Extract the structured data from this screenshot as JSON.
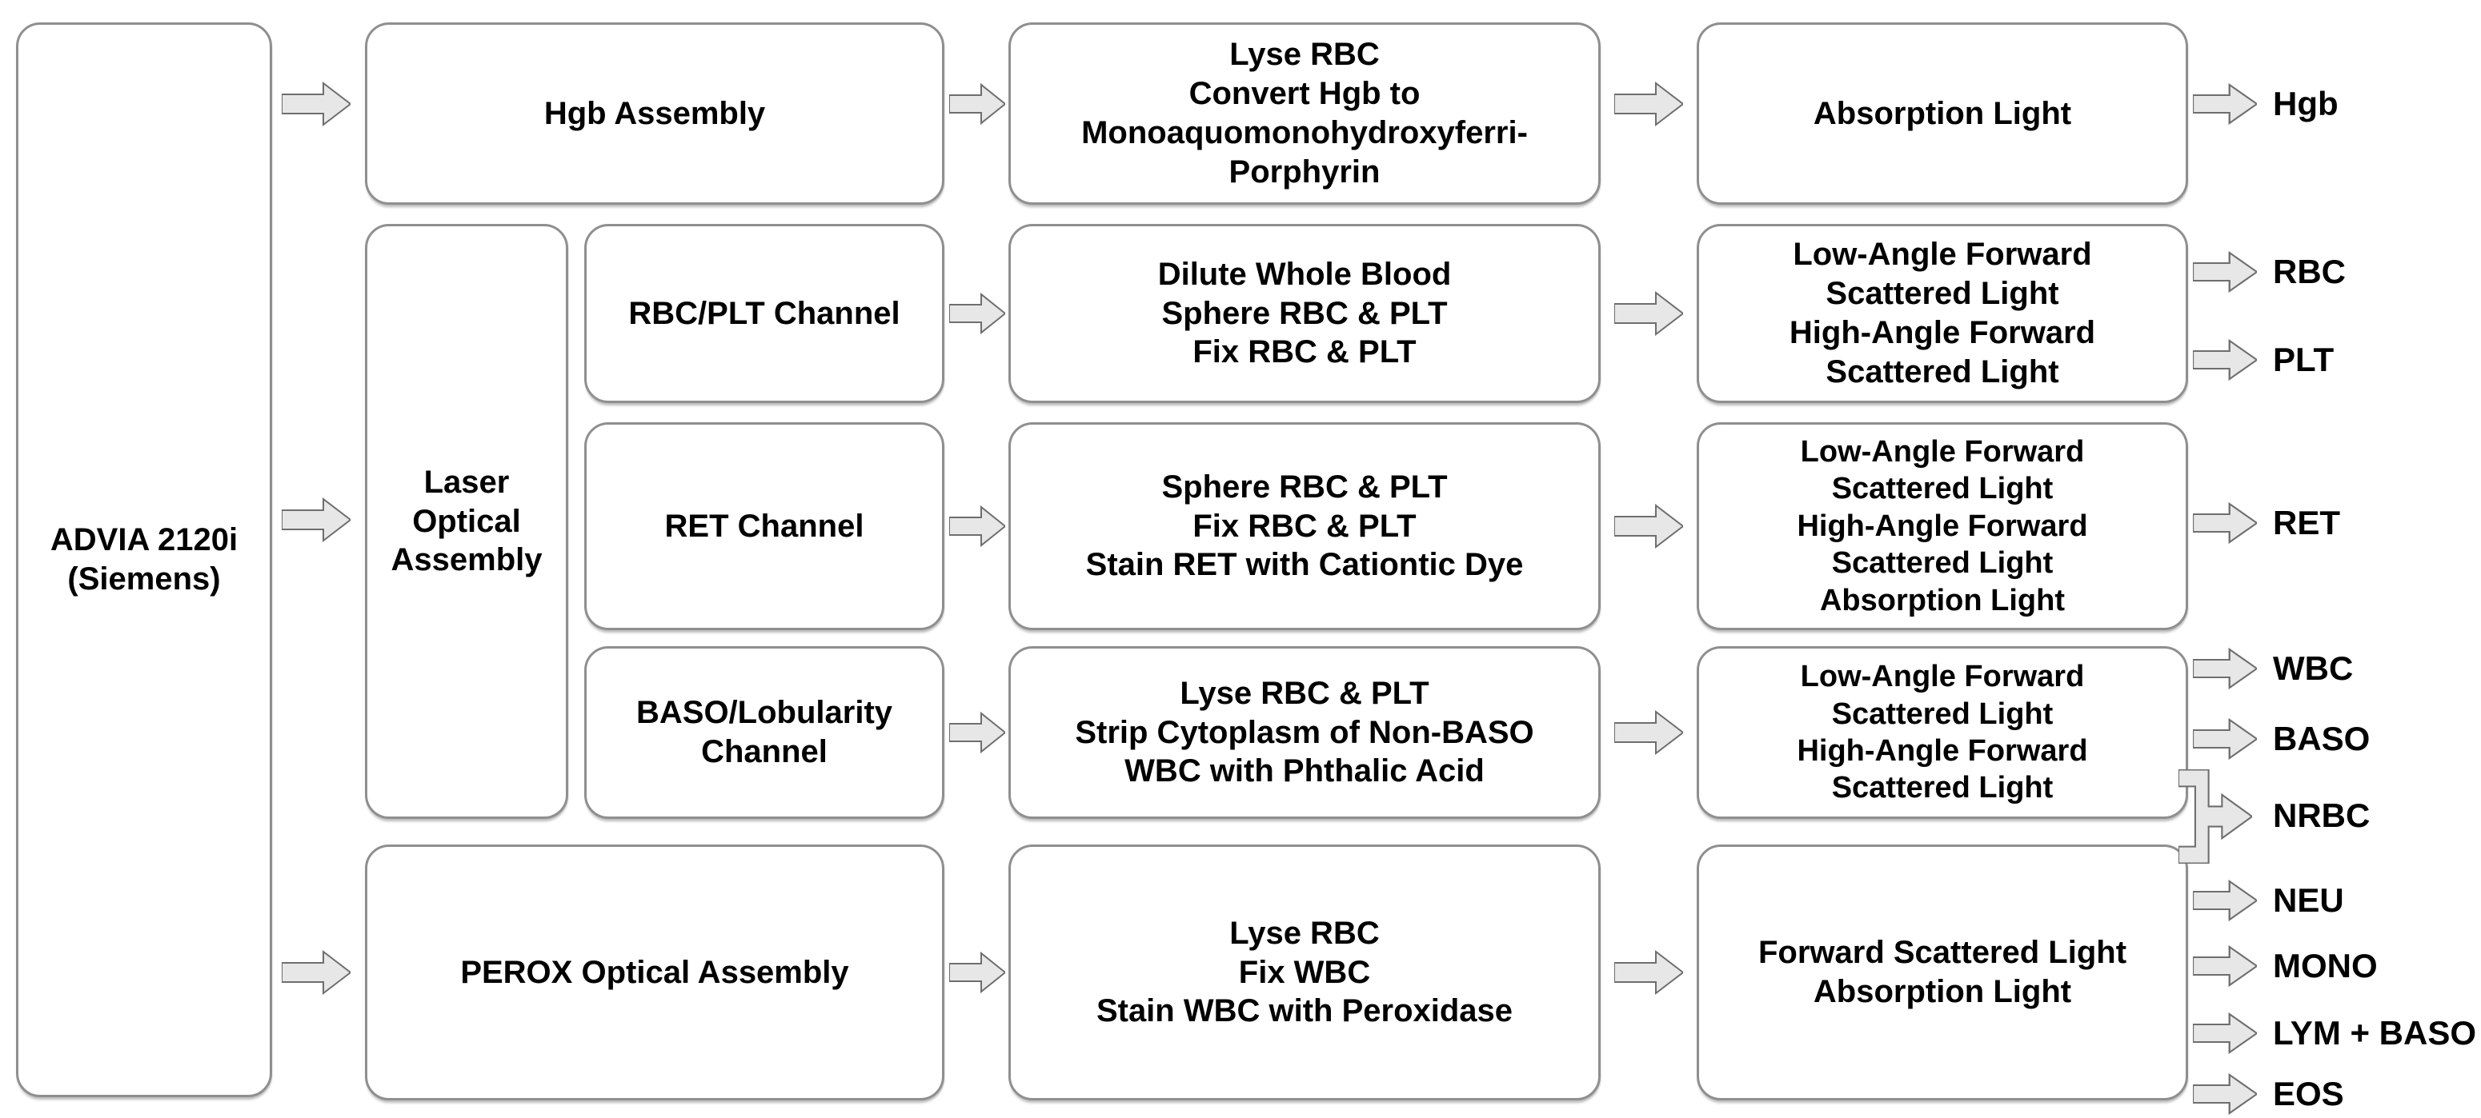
{
  "device": {
    "label": "ADVIA 2120i\n(Siemens)"
  },
  "assemblies": {
    "hgb": {
      "label": "Hgb Assembly"
    },
    "laser": {
      "label": "Laser\nOptical\nAssembly"
    },
    "perox": {
      "label": "PEROX Optical Assembly"
    }
  },
  "channels": {
    "rbc_plt": {
      "label": "RBC/PLT Channel"
    },
    "ret": {
      "label": "RET Channel"
    },
    "baso": {
      "label": "BASO/Lobularity\nChannel"
    }
  },
  "process_steps": {
    "hgb": {
      "text": "Lyse RBC\nConvert Hgb to\nMonoaquomonohydroxyferri-\nPorphyrin"
    },
    "rbc_plt": {
      "text": "Dilute Whole Blood\nSphere RBC & PLT\nFix RBC & PLT"
    },
    "ret": {
      "text": "Sphere RBC & PLT\nFix RBC & PLT\nStain RET with Cationtic Dye"
    },
    "baso": {
      "text": "Lyse RBC & PLT\nStrip Cytoplasm of Non-BASO\nWBC with Phthalic Acid"
    },
    "perox": {
      "text": "Lyse RBC\nFix WBC\nStain WBC with Peroxidase"
    }
  },
  "detection": {
    "hgb": {
      "text": "Absorption Light"
    },
    "rbc_plt": {
      "text": "Low-Angle Forward\nScattered Light\nHigh-Angle Forward\nScattered Light"
    },
    "ret": {
      "text": "Low-Angle Forward\nScattered Light\nHigh-Angle Forward\nScattered Light\nAbsorption Light"
    },
    "baso": {
      "text": "Low-Angle Forward\nScattered Light\nHigh-Angle Forward\nScattered Light"
    },
    "perox": {
      "text": "Forward Scattered Light\nAbsorption Light"
    }
  },
  "outputs": {
    "hgb": "Hgb",
    "rbc": "RBC",
    "plt": "PLT",
    "ret": "RET",
    "wbc": "WBC",
    "baso": "BASO",
    "nrbc": "NRBC",
    "neu": "NEU",
    "mono": "MONO",
    "lym_baso": "LYM + BASO",
    "eos": "EOS"
  },
  "colors": {
    "box_border": "#8f8f8f",
    "arrow_fill": "#e7e7e7",
    "arrow_stroke": "#6e6e6e",
    "text": "#000000",
    "background": "#ffffff"
  }
}
